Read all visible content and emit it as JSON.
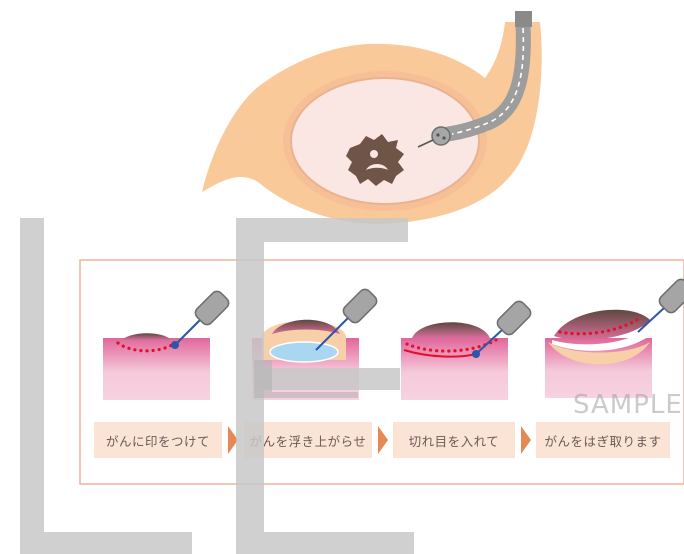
{
  "steps": [
    {
      "label": "がんに印をつけて"
    },
    {
      "label": "がんを浮き上がらせ"
    },
    {
      "label": "切れ目を入れて"
    },
    {
      "label": "がんをはぎ取ります"
    }
  ],
  "watermark": "SAMPLE",
  "colors": {
    "stomach": "#f9c99a",
    "stomach_inner": "#fae7e4",
    "tumor": "#6f5448",
    "frame_border": "#f2b39a",
    "label_bg": "#fbe3d5",
    "arrow": "#e58a55",
    "marker_dots": "#e3102c",
    "tissue_top": "#e0679b",
    "tissue_bottom": "#f5c9da",
    "fluid": "#a9d6f0",
    "instrument": "#8a8a8a",
    "needle": "#2a57a8",
    "watermark_bars": "#c8c8c8"
  }
}
